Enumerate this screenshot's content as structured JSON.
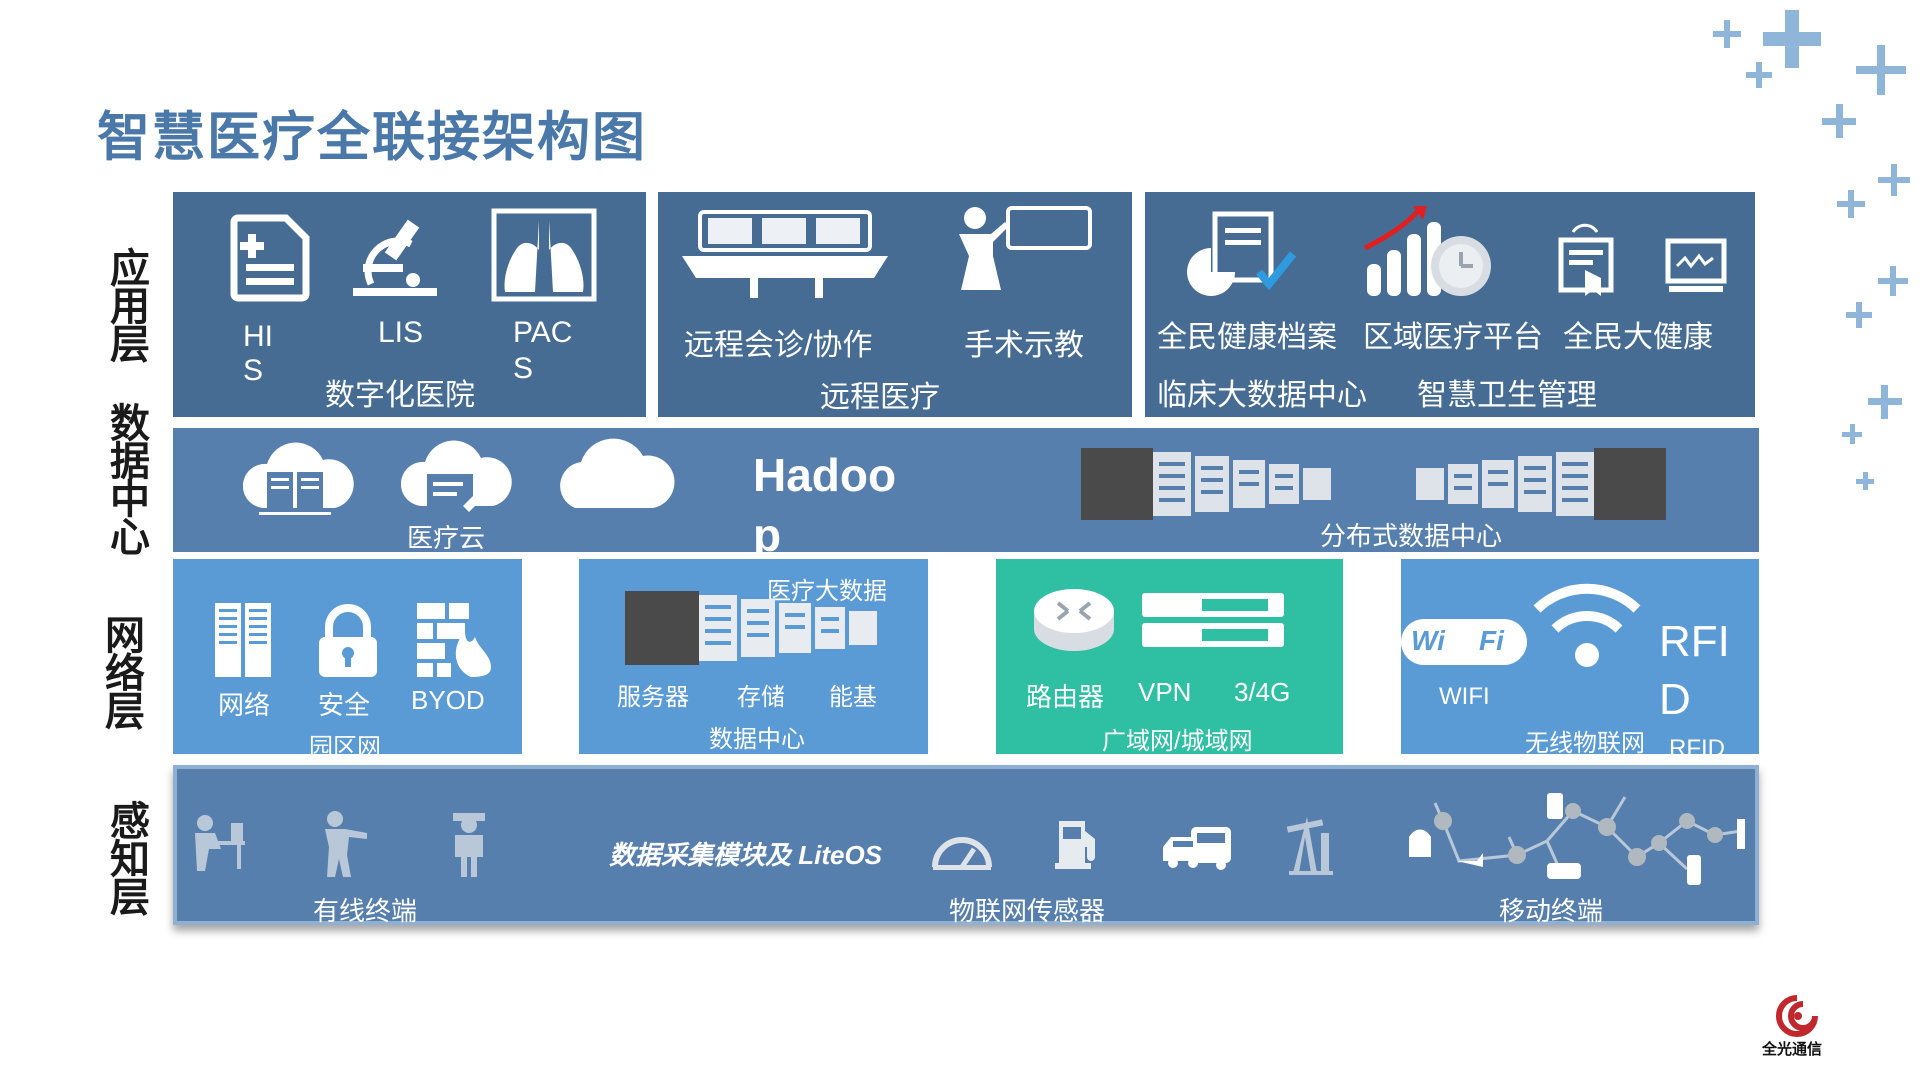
{
  "title": "智慧医疗全联接架构图",
  "layers": {
    "application": "应用层",
    "datacenter": "数据中心",
    "network": "网络层",
    "perception": "感知层"
  },
  "app": {
    "digital_hospital": {
      "items": [
        "HI",
        "S",
        "LIS",
        "PAC",
        "S"
      ],
      "caption": "数字化医院"
    },
    "remote_medical": {
      "items": [
        "远程会诊/协作",
        "手术示教"
      ],
      "caption": "远程医疗"
    },
    "smart_health": {
      "items": [
        "全民健康档案",
        "区域医疗平台",
        "全民大健康"
      ],
      "caption1": "临床大数据中心",
      "caption2": "智慧卫生管理"
    }
  },
  "datacenter": {
    "medical_cloud": "医疗云",
    "hadoop_line1": "Hadoo",
    "hadoop_line2": "p",
    "distributed": "分布式数据中心"
  },
  "network": {
    "campus": {
      "items": [
        "网络",
        "安全",
        "BYOD"
      ],
      "caption": "园区网"
    },
    "data_center": {
      "top": "医疗大数据",
      "items": [
        "服务器",
        "存储",
        "能基"
      ],
      "caption": "数据中心"
    },
    "wan": {
      "items": [
        "路由器",
        "VPN",
        "3/4G"
      ],
      "caption": "广域网/城域网"
    },
    "wireless": {
      "items": [
        "WIFI",
        "RFI",
        "D",
        "RFID"
      ],
      "caption": "无线物联网",
      "wifi_logo_left": "Wi",
      "wifi_logo_right": "Fi"
    }
  },
  "perception": {
    "wired": "有线终端",
    "module": "数据采集模块及 LiteOS",
    "iot": "物联网传感器",
    "mobile": "移动终端"
  },
  "logo": {
    "text": "全光通信",
    "color": "#c0282d"
  },
  "colors": {
    "title": "#4a78a8",
    "dark_panel": "#466c93",
    "mid_panel": "#577fad",
    "light_panel": "#5b9bd5",
    "teal_panel": "#2fbfa3",
    "cross": "#8fb5d8"
  }
}
